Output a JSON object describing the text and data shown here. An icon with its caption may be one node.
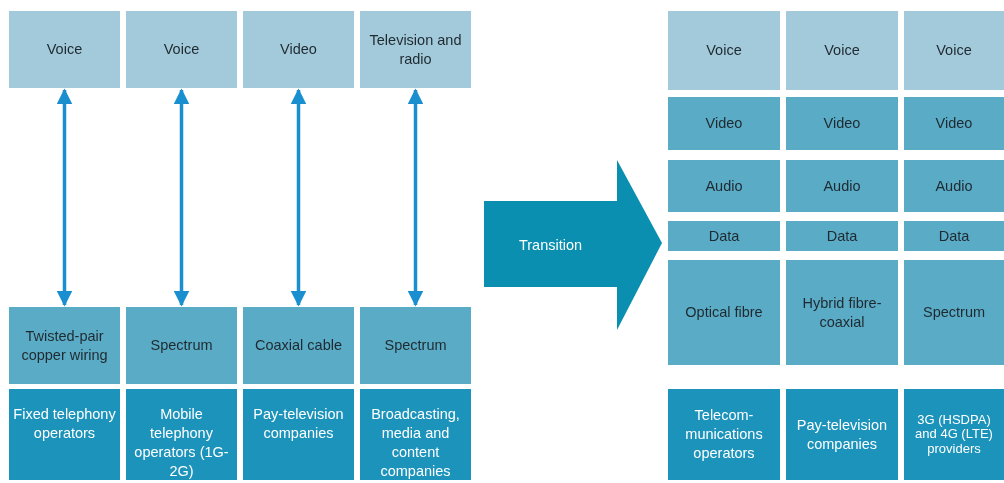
{
  "diagram": {
    "nodes": [
      {
        "text": [
          "Voice"
        ]
      },
      {
        "text": [
          "Voice"
        ]
      },
      {
        "text": [
          "Video"
        ]
      },
      {
        "text": [
          "Television and radio"
        ]
      },
      {
        "text": [
          "Twisted-pair copper wiring"
        ]
      },
      {
        "text": [
          "Spectrum"
        ]
      },
      {
        "text": [
          "Coaxial cable"
        ]
      },
      {
        "text": [
          "Spectrum"
        ]
      },
      {
        "text": [
          "Fixed telephony operators"
        ]
      },
      {
        "text": [
          "Mobile telephony operators (1G-2G)"
        ]
      },
      {
        "text": [
          "Pay-television companies"
        ]
      },
      {
        "text": [
          "Broadcasting, media and content companies"
        ]
      },
      {
        "text": [
          "Transition"
        ]
      },
      {
        "text": [
          "Voice"
        ]
      },
      {
        "text": [
          "Voice"
        ]
      },
      {
        "text": [
          "Voice"
        ]
      },
      {
        "text": [
          "Video"
        ]
      },
      {
        "text": [
          "Video"
        ]
      },
      {
        "text": [
          "Video"
        ]
      },
      {
        "text": [
          "Audio"
        ]
      },
      {
        "text": [
          "Audio"
        ]
      },
      {
        "text": [
          "Audio"
        ]
      },
      {
        "text": [
          "Data"
        ]
      },
      {
        "text": [
          "Data"
        ]
      },
      {
        "text": [
          "Data"
        ]
      },
      {
        "text": [
          "Optical fibre"
        ]
      },
      {
        "text": [
          "Hybrid fibre-coaxial"
        ]
      },
      {
        "text": [
          "Spectrum"
        ]
      },
      {
        "text": [
          "Telecom-munications operators"
        ]
      },
      {
        "text": [
          "Pay-television companies"
        ]
      },
      {
        "text": [
          "3G (HSDPA) and 4G (LTE) providers"
        ]
      }
    ],
    "edges": [
      {
        "from": 0,
        "to": 4,
        "arrow": "both"
      },
      {
        "from": 1,
        "to": 5,
        "arrow": "both"
      },
      {
        "from": 2,
        "to": 6,
        "arrow": "both"
      },
      {
        "from": 3,
        "to": 7,
        "arrow": "both"
      }
    ]
  }
}
